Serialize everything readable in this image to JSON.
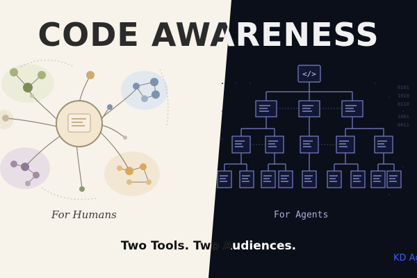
{
  "title": "CODE AWARENESS",
  "left_label": "For Humans",
  "right_label": "For Agents",
  "subtitle": "Two Tools. Two Audiences.",
  "brand": "KD Ag",
  "code_icon": "</>",
  "colors": {
    "left_bg": "#f7f3ea",
    "right_bg": "#0b0f1a",
    "tree_stroke": "#7d80c8",
    "brand": "#3b5cff"
  },
  "icons": [
    "code-icon",
    "document-icon",
    "mind-map-node-icon"
  ]
}
